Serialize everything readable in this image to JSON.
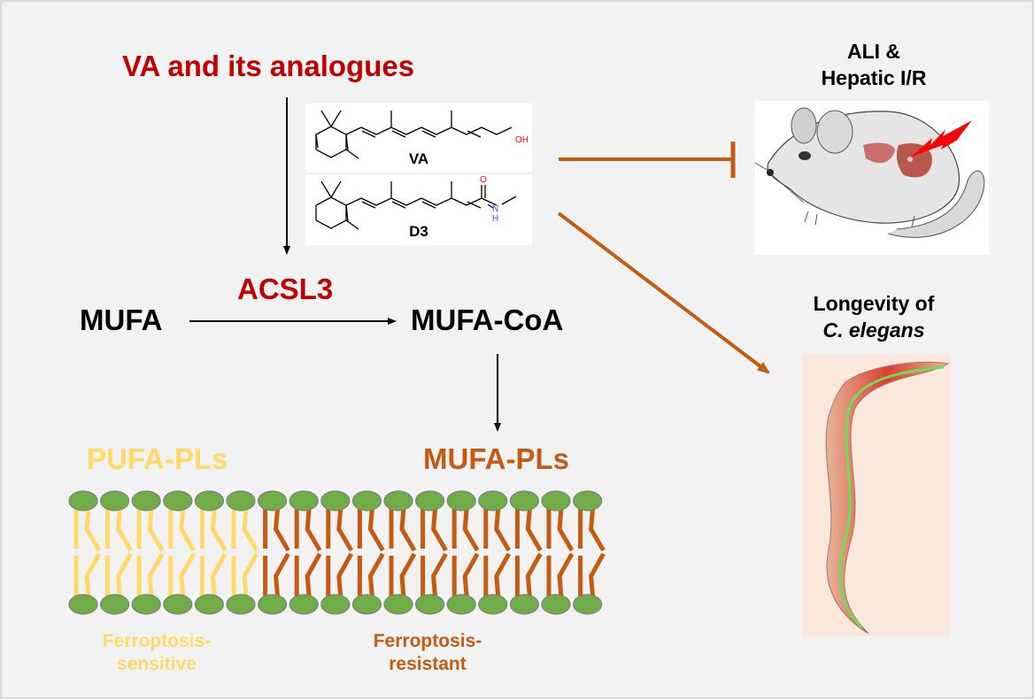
{
  "title": "VA and its analogues",
  "colors": {
    "title_red": "#c00000",
    "arrow_orange": "#c55a11",
    "pufa_yellow": "#ffd966",
    "mufa_orange": "#c55a11",
    "head_green": "#70ad47",
    "black": "#000000"
  },
  "compounds": [
    {
      "name": "VA",
      "terminal_group": "OH"
    },
    {
      "name": "D3",
      "terminal_group_top": "O",
      "terminal_group_n": "N",
      "terminal_group_h": "H"
    }
  ],
  "pathway": {
    "substrate": "MUFA",
    "enzyme": "ACSL3",
    "product": "MUFA-CoA"
  },
  "membrane": {
    "left_label": "PUFA-PLs",
    "right_label": "MUFA-PLs",
    "left_caption_line1": "Ferroptosis-",
    "left_caption_line2": "sensitive",
    "right_caption_line1": "Ferroptosis-",
    "right_caption_line2": "resistant",
    "pufa_count": 6,
    "mufa_count": 11
  },
  "outcomes": {
    "mouse_title_line1": "ALI &",
    "mouse_title_line2": "Hepatic I/R",
    "worm_title_line1": "Longevity of",
    "worm_title_line2": "C. elegans"
  }
}
